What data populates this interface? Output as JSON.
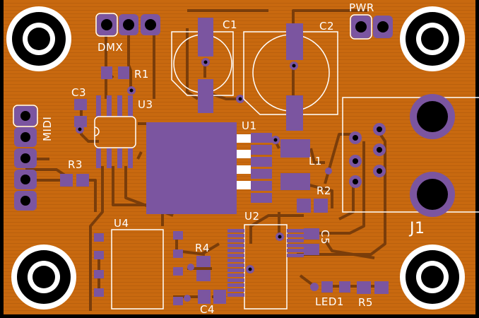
{
  "board": {
    "copper_color": "#c8690f",
    "trace_color": "#7a3d0a",
    "pad_color": "#7b55a0",
    "silk_color": "#ffffff",
    "hole_color": "#000000"
  },
  "labels": {
    "dmx": "DMX",
    "pwr": "PWR",
    "midi": "MIDI",
    "c1": "C1",
    "c2": "C2",
    "c3": "C3",
    "c4": "C4",
    "c5": "C5",
    "r1": "R1",
    "r2": "R2",
    "r3": "R3",
    "r4": "R4",
    "r5": "R5",
    "u1": "U1",
    "u2": "U2",
    "u3": "U3",
    "u4": "U4",
    "l1": "L1",
    "j1": "J1",
    "led1": "LED1"
  }
}
